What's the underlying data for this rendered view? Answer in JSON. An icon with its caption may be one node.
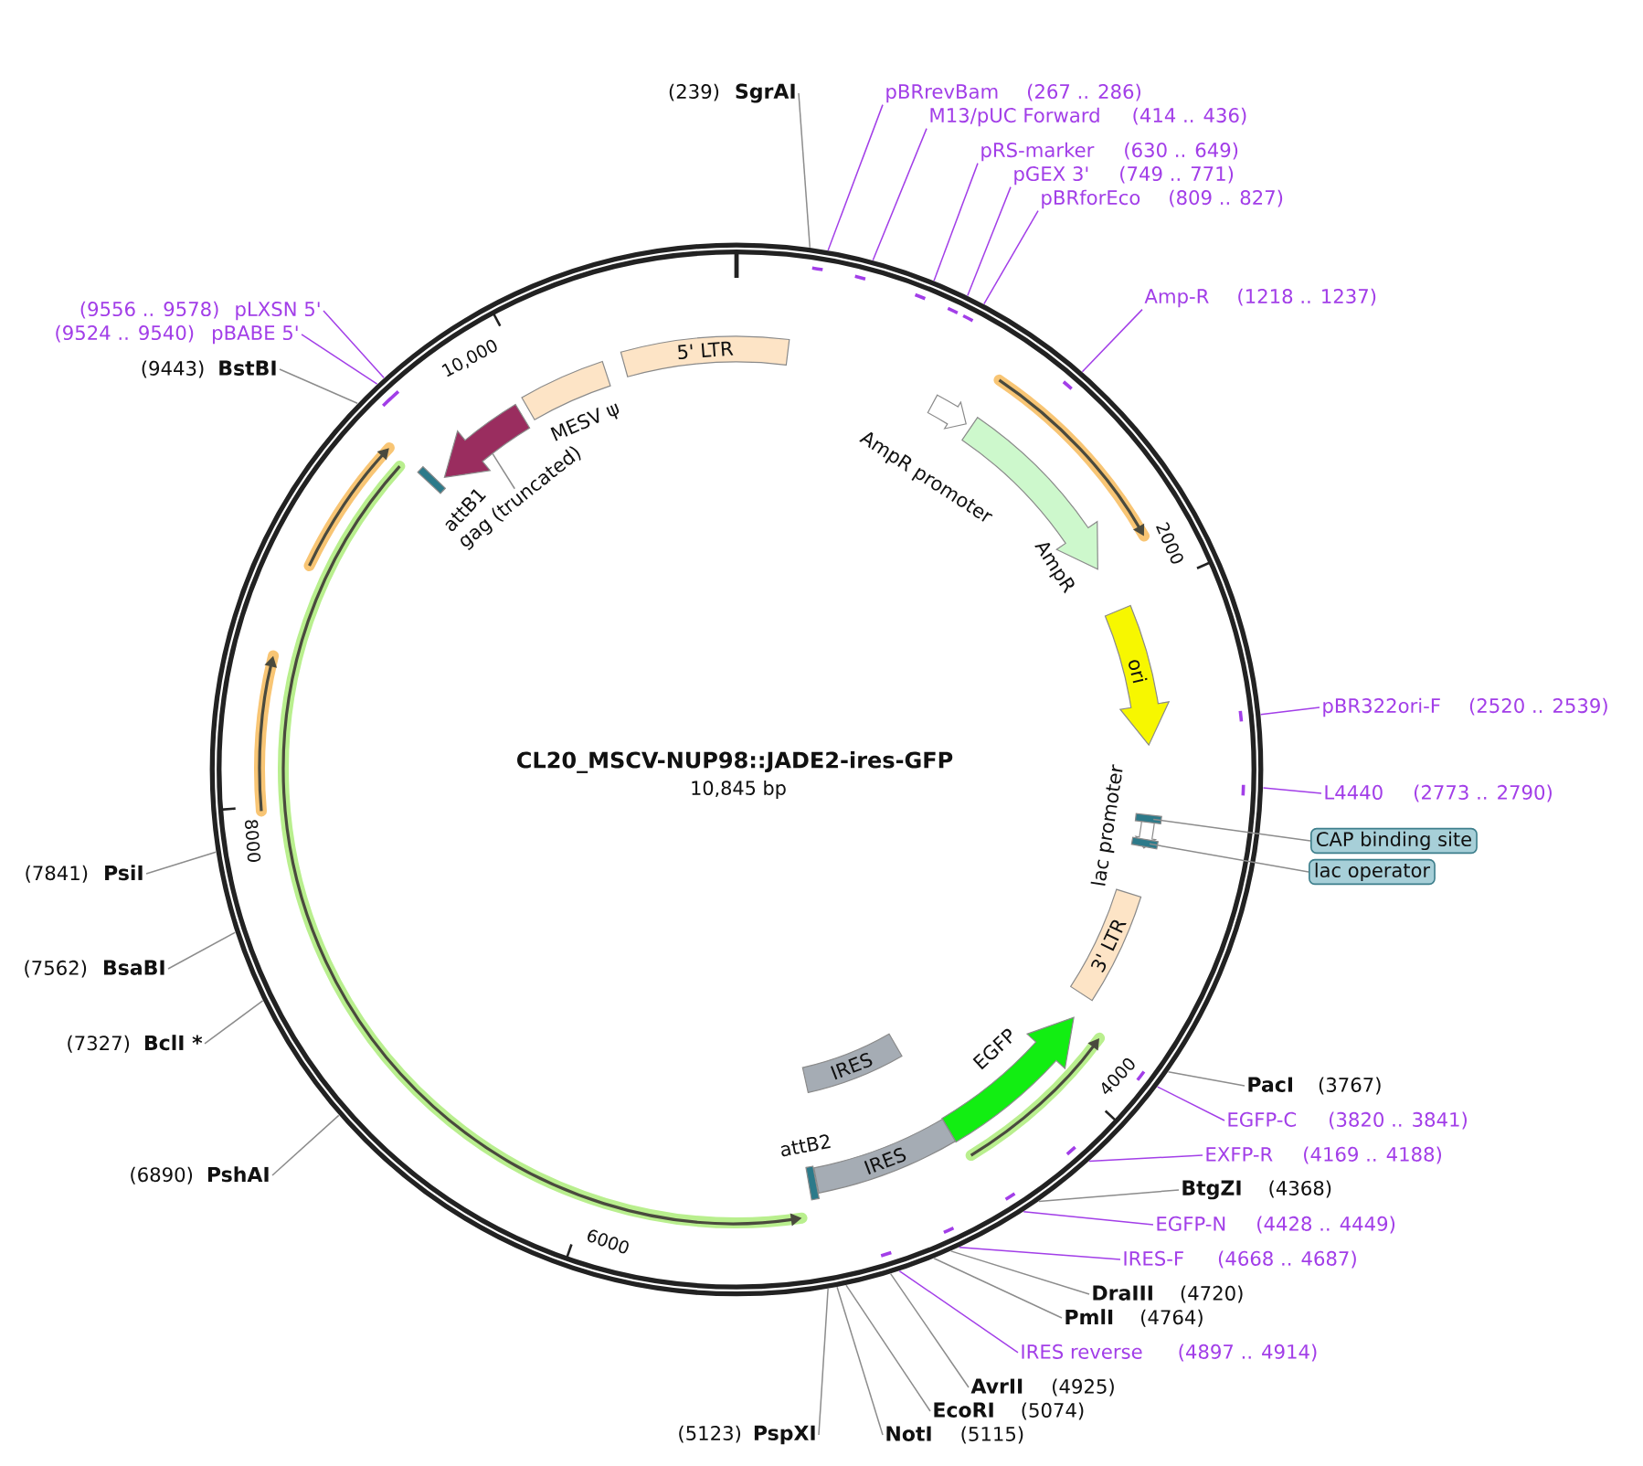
{
  "diagram": {
    "nodes": [
      {
        "text": [
          "CL20_MSCV-NUP98::JADE2-ires-GFP",
          "10,845 bp"
        ]
      },
      {
        "text": [
          "5' LTR"
        ],
        "in": 0
      },
      {
        "text": [
          "MESV ψ"
        ],
        "in": 0
      },
      {
        "text": [],
        "shape": "arrow",
        "in": 0
      },
      {
        "text": [
          "gag (truncated)"
        ],
        "in": 0
      },
      {
        "text": [
          "attB1"
        ],
        "in": 0
      },
      {
        "text": [
          "AmpR promoter"
        ],
        "in": 0
      },
      {
        "text": [
          "AmpR"
        ],
        "in": 0
      },
      {
        "text": [
          "ori"
        ],
        "in": 0
      },
      {
        "text": [
          "lac promoter"
        ],
        "in": 0
      },
      {
        "text": [],
        "shape": "bar",
        "in": 0
      },
      {
        "text": [],
        "shape": "bar",
        "in": 0
      },
      {
        "text": [
          "3' LTR"
        ],
        "in": 0
      },
      {
        "text": [
          "EGFP"
        ],
        "in": 0
      },
      {
        "text": [
          "IRES"
        ],
        "in": 0
      },
      {
        "text": [
          "IRES"
        ],
        "in": 0
      },
      {
        "text": [
          "attB2"
        ],
        "in": 0
      },
      {
        "text": [
          "(239)",
          "SgrAI"
        ]
      },
      {
        "text": [
          "pBRrevBam",
          "(267 .. 286)"
        ]
      },
      {
        "text": [
          "M13/pUC Forward",
          "(414 .. 436)"
        ]
      },
      {
        "text": [
          "pRS-marker",
          "(630 .. 649)"
        ]
      },
      {
        "text": [
          "pGEX 3'",
          "(749 .. 771)"
        ]
      },
      {
        "text": [
          "pBRforEco",
          "(809 .. 827)"
        ]
      },
      {
        "text": [
          "Amp-R",
          "(1218 .. 1237)"
        ]
      },
      {
        "text": [
          "pBR322ori-F",
          "(2520 .. 2539)"
        ]
      },
      {
        "text": [
          "L4440",
          "(2773 .. 2790)"
        ]
      },
      {
        "text": [
          "CAP binding site"
        ]
      },
      {
        "text": [
          "lac operator"
        ]
      },
      {
        "text": [
          "PacI",
          "(3767)"
        ]
      },
      {
        "text": [
          "EGFP-C",
          "(3820 .. 3841)"
        ]
      },
      {
        "text": [
          "EXFP-R",
          "(4169 .. 4188)"
        ]
      },
      {
        "text": [
          "BtgZI",
          "(4368)"
        ]
      },
      {
        "text": [
          "EGFP-N",
          "(4428 .. 4449)"
        ]
      },
      {
        "text": [
          "IRES-F",
          "(4668 .. 4687)"
        ]
      },
      {
        "text": [
          "DraIII",
          "(4720)"
        ]
      },
      {
        "text": [
          "PmlI",
          "(4764)"
        ]
      },
      {
        "text": [
          "IRES reverse",
          "(4897 .. 4914)"
        ]
      },
      {
        "text": [
          "AvrII",
          "(4925)"
        ]
      },
      {
        "text": [
          "EcoRI",
          "(5074)"
        ]
      },
      {
        "text": [
          "NotI",
          "(5115)"
        ]
      },
      {
        "text": [
          "(5123)",
          "PspXI"
        ]
      },
      {
        "text": [
          "(6890)",
          "PshAI"
        ]
      },
      {
        "text": [
          "(7327)",
          "BclI *"
        ]
      },
      {
        "text": [
          "(7562)",
          "BsaBI"
        ]
      },
      {
        "text": [
          "(7841)",
          "PsiI"
        ]
      },
      {
        "text": [
          "(9443)",
          "BstBI"
        ]
      },
      {
        "text": [
          "(9524 .. 9540)",
          "pBABE 5'"
        ]
      },
      {
        "text": [
          "(9556 .. 9578)",
          "pLXSN 5'"
        ]
      }
    ],
    "edges": [
      {
        "from": 4,
        "to": 3,
        "arrow": "none"
      },
      {
        "from": 17,
        "to": 0,
        "arrow": "none"
      },
      {
        "from": 18,
        "to": 0,
        "arrow": "none",
        "color": "#a23ee8"
      },
      {
        "from": 19,
        "to": 0,
        "arrow": "none",
        "color": "#a23ee8"
      },
      {
        "from": 20,
        "to": 0,
        "arrow": "none",
        "color": "#a23ee8"
      },
      {
        "from": 21,
        "to": 0,
        "arrow": "none",
        "color": "#a23ee8"
      },
      {
        "from": 22,
        "to": 0,
        "arrow": "none",
        "color": "#a23ee8"
      },
      {
        "from": 23,
        "to": 0,
        "arrow": "none",
        "color": "#a23ee8"
      },
      {
        "from": 24,
        "to": 0,
        "arrow": "none",
        "color": "#a23ee8"
      },
      {
        "from": 25,
        "to": 0,
        "arrow": "none",
        "color": "#a23ee8"
      },
      {
        "from": 26,
        "to": 10,
        "arrow": "none"
      },
      {
        "from": 27,
        "to": 11,
        "arrow": "none"
      },
      {
        "from": 28,
        "to": 0,
        "arrow": "none"
      },
      {
        "from": 29,
        "to": 0,
        "arrow": "none",
        "color": "#a23ee8"
      },
      {
        "from": 30,
        "to": 0,
        "arrow": "none",
        "color": "#a23ee8"
      },
      {
        "from": 31,
        "to": 0,
        "arrow": "none"
      },
      {
        "from": 32,
        "to": 0,
        "arrow": "none",
        "color": "#a23ee8"
      },
      {
        "from": 33,
        "to": 0,
        "arrow": "none",
        "color": "#a23ee8"
      },
      {
        "from": 34,
        "to": 0,
        "arrow": "none"
      },
      {
        "from": 35,
        "to": 0,
        "arrow": "none"
      },
      {
        "from": 36,
        "to": 0,
        "arrow": "none",
        "color": "#a23ee8"
      },
      {
        "from": 37,
        "to": 0,
        "arrow": "none"
      },
      {
        "from": 38,
        "to": 0,
        "arrow": "none"
      },
      {
        "from": 39,
        "to": 0,
        "arrow": "none"
      },
      {
        "from": 40,
        "to": 0,
        "arrow": "none"
      },
      {
        "from": 41,
        "to": 0,
        "arrow": "none"
      },
      {
        "from": 42,
        "to": 0,
        "arrow": "none"
      },
      {
        "from": 43,
        "to": 0,
        "arrow": "none"
      },
      {
        "from": 44,
        "to": 0,
        "arrow": "none"
      },
      {
        "from": 45,
        "to": 0,
        "arrow": "none"
      },
      {
        "from": 46,
        "to": 0,
        "arrow": "none",
        "color": "#a23ee8"
      },
      {
        "from": 47,
        "to": 0,
        "arrow": "none",
        "color": "#a23ee8"
      }
    ],
    "labels": [
      "10,000",
      "2000",
      "8000",
      "4000",
      "6000"
    ]
  }
}
